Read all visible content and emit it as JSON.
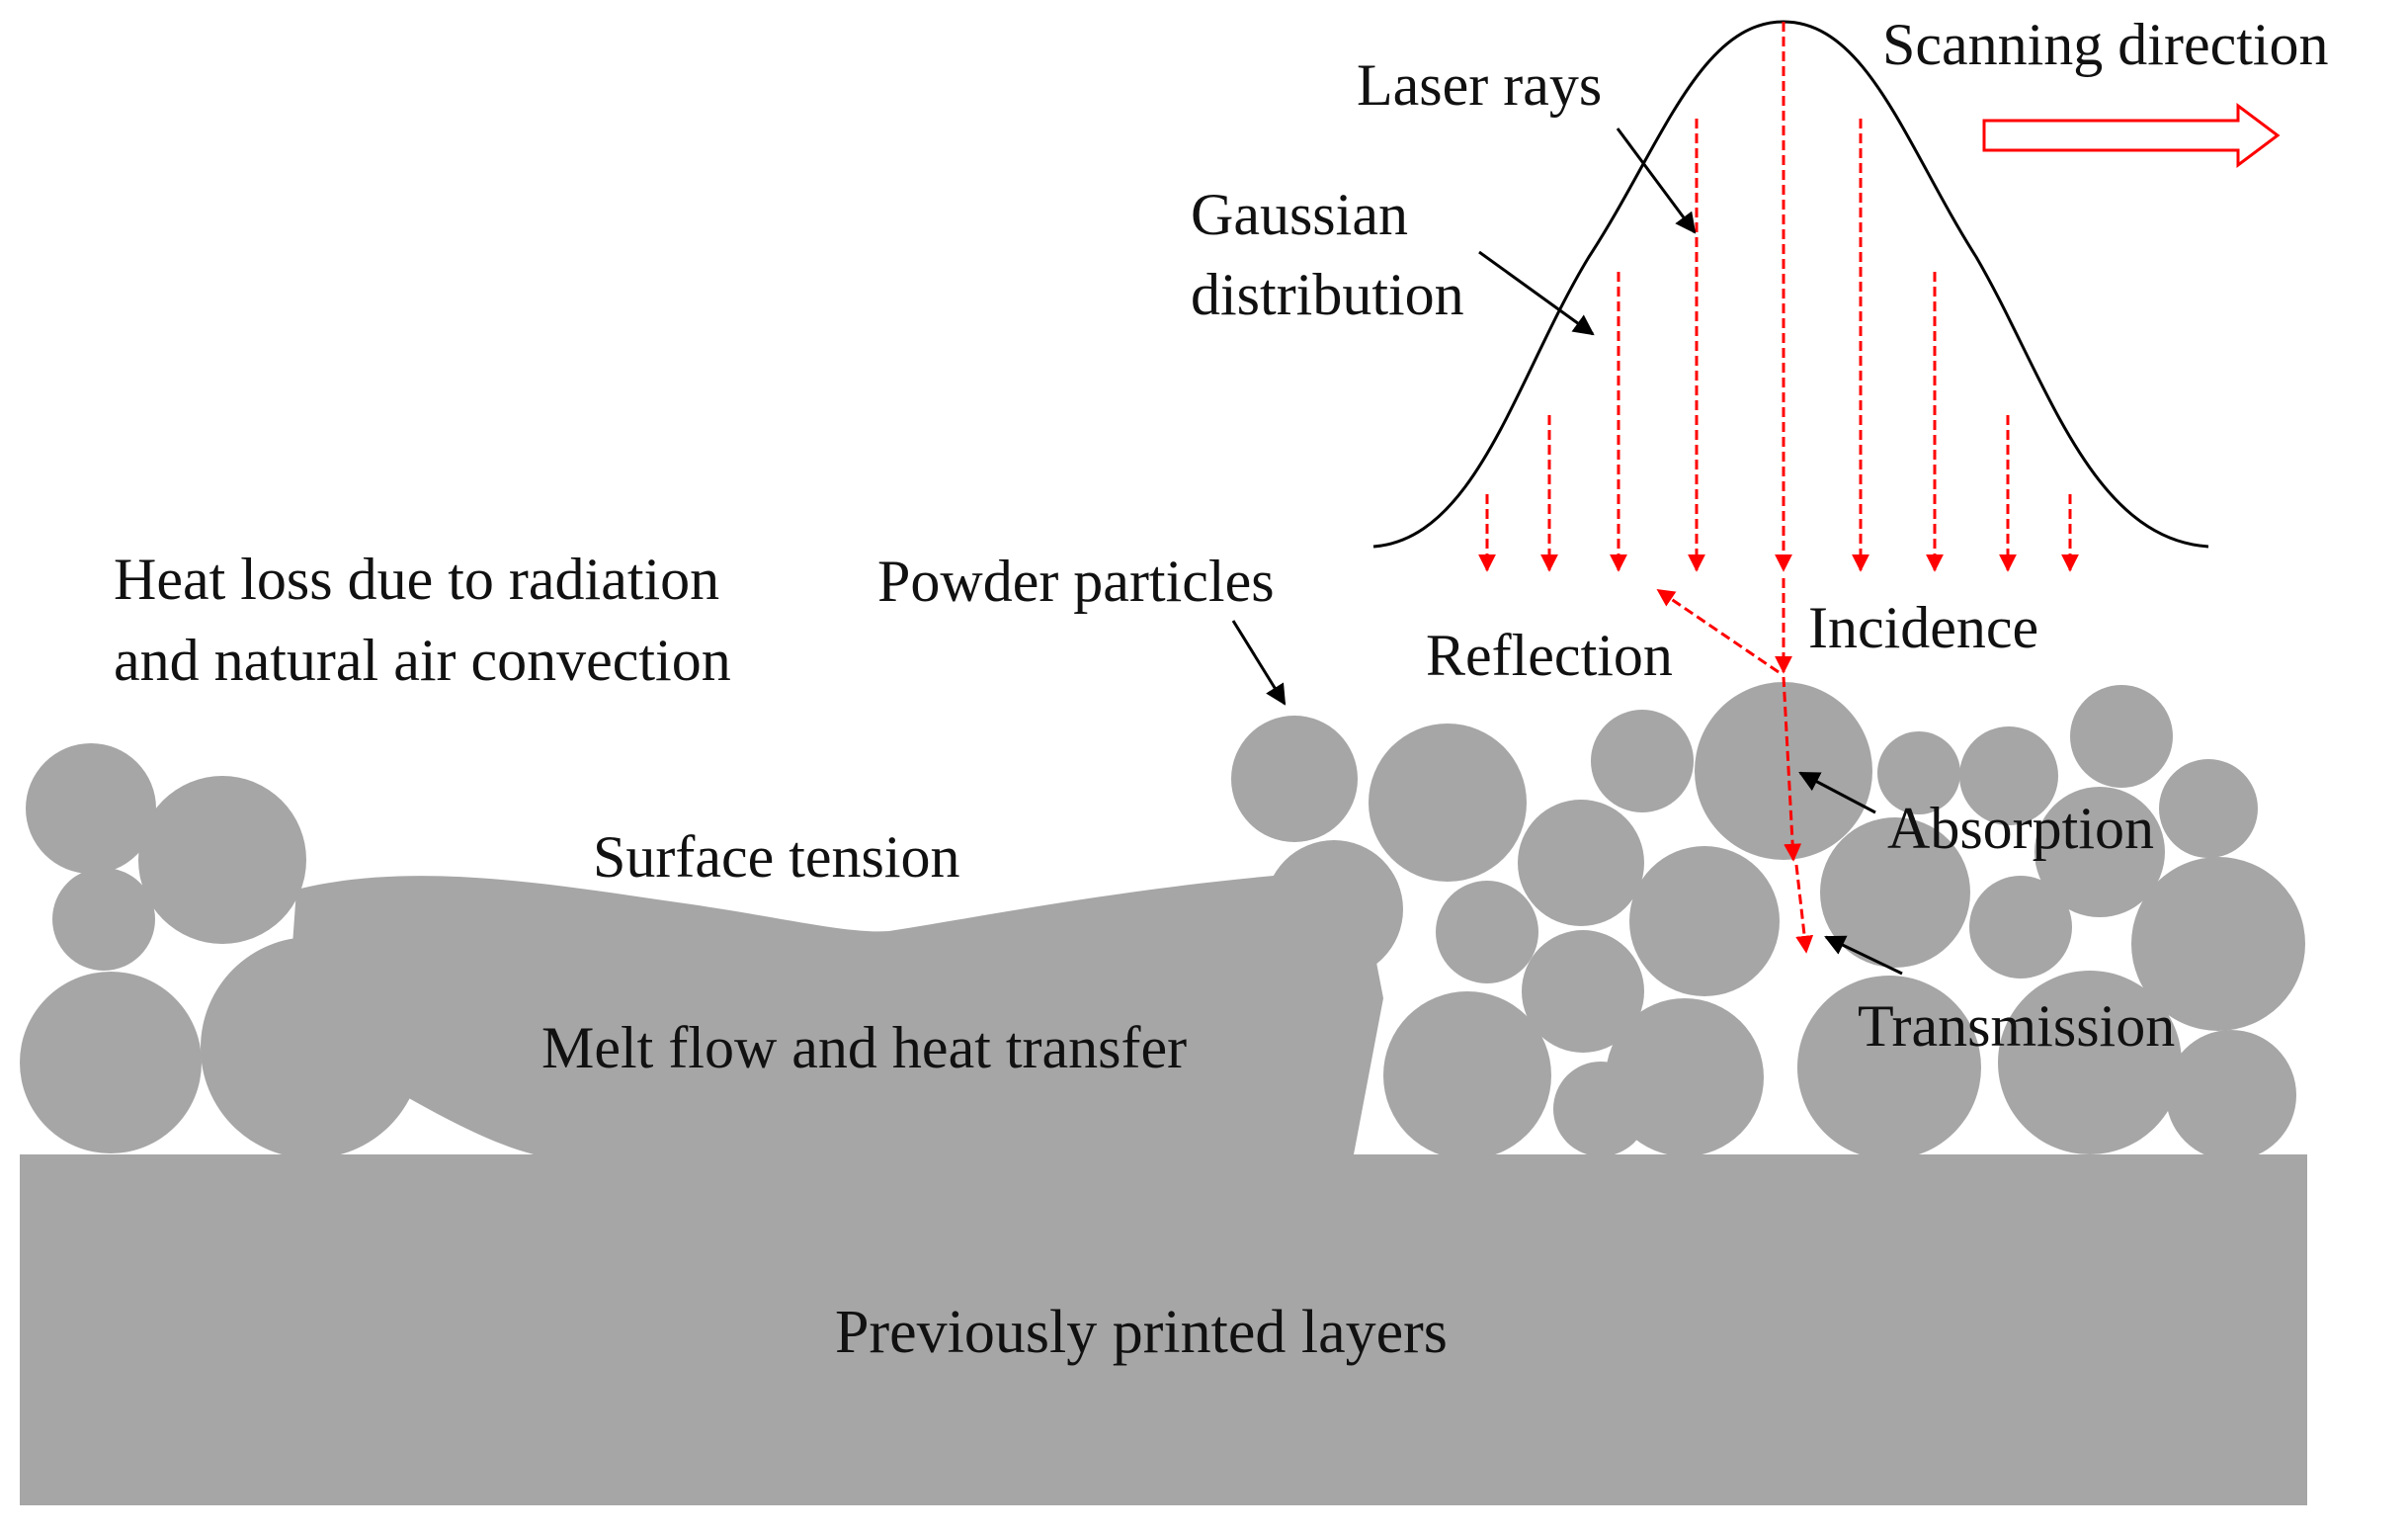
{
  "labels": {
    "scanning_direction": "Scanning direction",
    "laser_rays": "Laser rays",
    "gaussian_line1": "Gaussian",
    "gaussian_line2": "distribution",
    "heat_loss_line1": "Heat loss due to radiation",
    "heat_loss_line2": "and natural air convection",
    "powder_particles": "Powder particles",
    "reflection": "Reflection",
    "incidence": "Incidence",
    "absorption": "Absorption",
    "surface_tension": "Surface tension",
    "transmission": "Transmission",
    "melt_flow": "Melt flow and heat transfer",
    "previous_layers": "Previously printed layers"
  },
  "colors": {
    "powder": "#a6a6a6",
    "laser": "#ff0000",
    "curve": "#000000",
    "text": "#111111"
  }
}
